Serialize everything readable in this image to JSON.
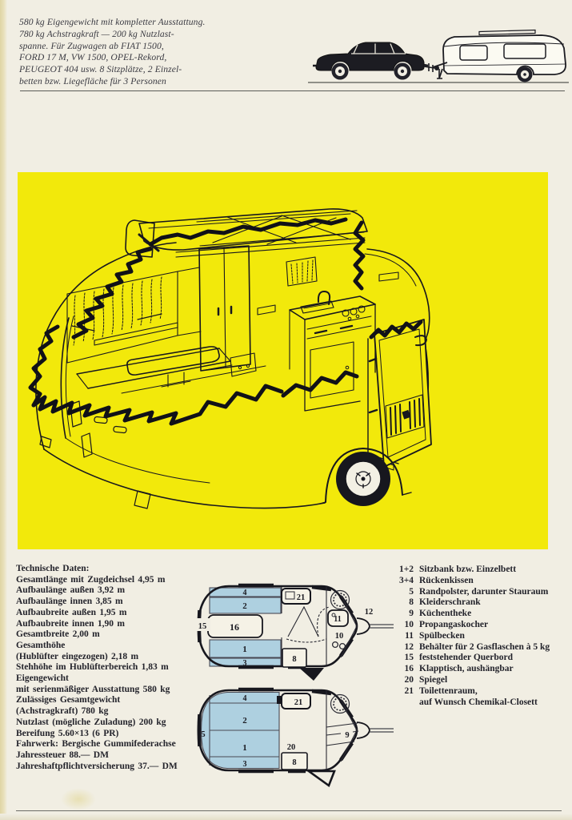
{
  "intro": {
    "lines": [
      "580 kg Eigengewicht mit kompletter Ausstattung.",
      "780 kg Achstragkraft — 200 kg Nutzlast-",
      "spanne. Für Zugwagen ab FIAT 1500,",
      "FORD 17 M, VW 1500, OPEL-Rekord,",
      "PEUGEOT 404 usw. 8 Sitzplätze, 2 Einzel-",
      "betten bzw. Liegefläche für 3 Personen"
    ]
  },
  "tech": {
    "title": "Technische Daten:",
    "lines": [
      "Gesamtlänge mit Zugdeichsel 4,95 m",
      "Aufbaulänge außen 3,92 m",
      "Aufbaulänge innen 3,85 m",
      "Aufbaubreite außen 1,95 m",
      "Aufbaubreite innen 1,90 m",
      "Gesamtbreite 2,00 m",
      "Gesamthöhe",
      "(Hublüfter eingezogen) 2,18 m",
      "Stehhöhe im Hublüfterbereich 1,83 m",
      "Eigengewicht",
      "mit serienmäßiger Ausstattung 580 kg",
      "Zulässiges Gesamtgewicht",
      "(Achstragkraft) 780 kg",
      "Nutzlast (mögliche Zuladung) 200 kg",
      "Bereifung 5.60×13 (6 PR)",
      "Fahrwerk: Bergische Gummifederachse",
      "Jahressteuer 88.— DM",
      "Jahreshaftpflichtversicherung 37.— DM"
    ]
  },
  "legend": {
    "items": [
      {
        "num": "1+2",
        "text": "Sitzbank bzw. Einzelbett"
      },
      {
        "num": "3+4",
        "text": "Rückenkissen"
      },
      {
        "num": "5",
        "text": "Randpolster, darunter Stauraum"
      },
      {
        "num": "8",
        "text": "Kleiderschrank"
      },
      {
        "num": "9",
        "text": "Küchentheke"
      },
      {
        "num": "10",
        "text": "Propangaskocher"
      },
      {
        "num": "11",
        "text": "Spülbecken"
      },
      {
        "num": "12",
        "text": "Behälter für 2 Gasflaschen à 5 kg"
      },
      {
        "num": "15",
        "text": "feststehender Querbord"
      },
      {
        "num": "16",
        "text": "Klapptisch, aushängbar"
      },
      {
        "num": "20",
        "text": "Spiegel"
      },
      {
        "num": "21",
        "text": "Toilettenraum,"
      },
      {
        "num": "",
        "text": "auf Wunsch Chemikal-Closett"
      }
    ]
  },
  "floorplans": {
    "day": {
      "labels": {
        "n15": "15",
        "n4": "4",
        "n2": "2",
        "n16": "16",
        "n1": "1",
        "n3": "3",
        "n21": "21",
        "n11": "11",
        "n12": "12",
        "n10": "10",
        "n8": "8"
      }
    },
    "night": {
      "labels": {
        "n5": "5",
        "n4": "4",
        "n2": "2",
        "n1": "1",
        "n3": "3",
        "n21": "21",
        "n20": "20",
        "n8": "8",
        "n9": "9"
      }
    }
  },
  "colors": {
    "page_bg": "#f1eee3",
    "panel_yellow": "#f2e90b",
    "plan_blue": "#aed0e0",
    "ink": "#17171e"
  }
}
